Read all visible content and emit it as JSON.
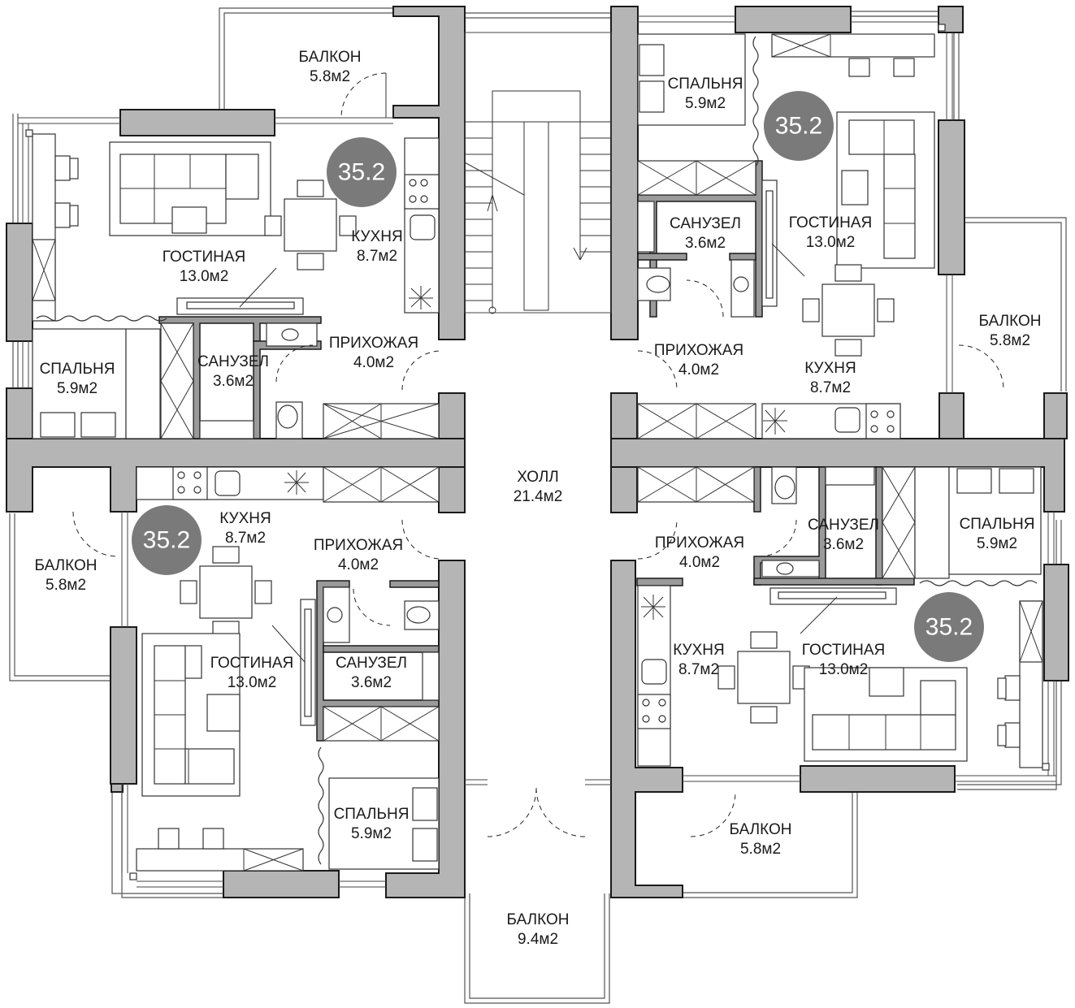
{
  "colors": {
    "wall": "#b5b5b5",
    "badge": "#7a7a7a",
    "line": "#1a1a1a"
  },
  "badge_value": "35.2",
  "labels": {
    "hall": {
      "name": "ХОЛЛ",
      "area": "21.4м2"
    },
    "balcony_bottom_center": {
      "name": "БАЛКОН",
      "area": "9.4м2"
    },
    "apt_tl": {
      "balcony": {
        "name": "БАЛКОН",
        "area": "5.8м2"
      },
      "living": {
        "name": "ГОСТИНАЯ",
        "area": "13.0м2"
      },
      "kitchen": {
        "name": "КУХНЯ",
        "area": "8.7м2"
      },
      "bedroom": {
        "name": "СПАЛЬНЯ",
        "area": "5.9м2"
      },
      "bathroom": {
        "name": "САНУЗЕЛ",
        "area": "3.6м2"
      },
      "hallway": {
        "name": "ПРИХОЖАЯ",
        "area": "4.0м2"
      }
    },
    "apt_tr": {
      "bedroom": {
        "name": "СПАЛЬНЯ",
        "area": "5.9м2"
      },
      "bathroom": {
        "name": "САНУЗЕЛ",
        "area": "3.6м2"
      },
      "living": {
        "name": "ГОСТИНАЯ",
        "area": "13.0м2"
      },
      "balcony": {
        "name": "БАЛКОН",
        "area": "5.8м2"
      },
      "hallway": {
        "name": "ПРИХОЖАЯ",
        "area": "4.0м2"
      },
      "kitchen": {
        "name": "КУХНЯ",
        "area": "8.7м2"
      }
    },
    "apt_bl": {
      "kitchen": {
        "name": "КУХНЯ",
        "area": "8.7м2"
      },
      "hallway": {
        "name": "ПРИХОЖАЯ",
        "area": "4.0м2"
      },
      "balcony": {
        "name": "БАЛКОН",
        "area": "5.8м2"
      },
      "living": {
        "name": "ГОСТИНАЯ",
        "area": "13.0м2"
      },
      "bathroom": {
        "name": "САНУЗЕЛ",
        "area": "3.6м2"
      },
      "bedroom": {
        "name": "СПАЛЬНЯ",
        "area": "5.9м2"
      }
    },
    "apt_br": {
      "bathroom": {
        "name": "САНУЗЕЛ",
        "area": "3.6м2"
      },
      "bedroom": {
        "name": "СПАЛЬНЯ",
        "area": "5.9м2"
      },
      "hallway": {
        "name": "ПРИХОЖАЯ",
        "area": "4.0м2"
      },
      "kitchen": {
        "name": "КУХНЯ",
        "area": "8.7м2"
      },
      "living": {
        "name": "ГОСТИНАЯ",
        "area": "13.0м2"
      },
      "balcony": {
        "name": "БАЛКОН",
        "area": "5.8м2"
      }
    }
  }
}
